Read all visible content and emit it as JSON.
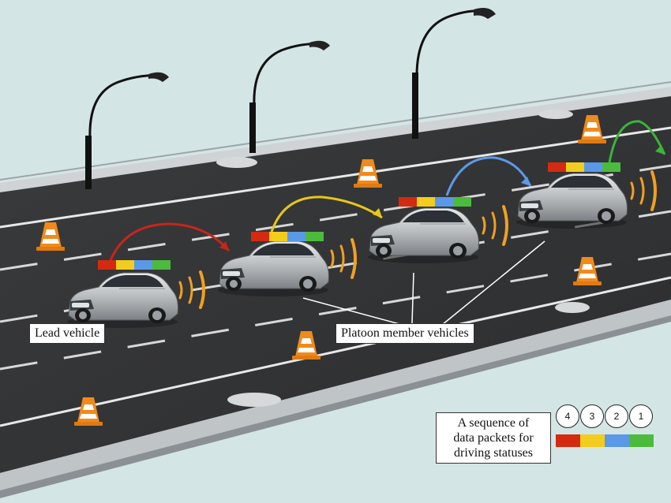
{
  "labels": {
    "lead": "Lead vehicle",
    "platoon": "Platoon member vehicles"
  },
  "legend": {
    "lines": [
      "A sequence of",
      "data packets for",
      "driving statuses"
    ],
    "numbers": [
      "4",
      "3",
      "2",
      "1"
    ],
    "colors": [
      "#d42a12",
      "#f2cd1e",
      "#5a99e8",
      "#4cbb3d"
    ]
  },
  "arrow_colors": [
    "#c9251a",
    "#e8c61a",
    "#5c9ae8",
    "#3cb43a"
  ],
  "packet_colors": [
    "#d42a12",
    "#f2cd1e",
    "#5a99e8",
    "#4cbb3d"
  ]
}
